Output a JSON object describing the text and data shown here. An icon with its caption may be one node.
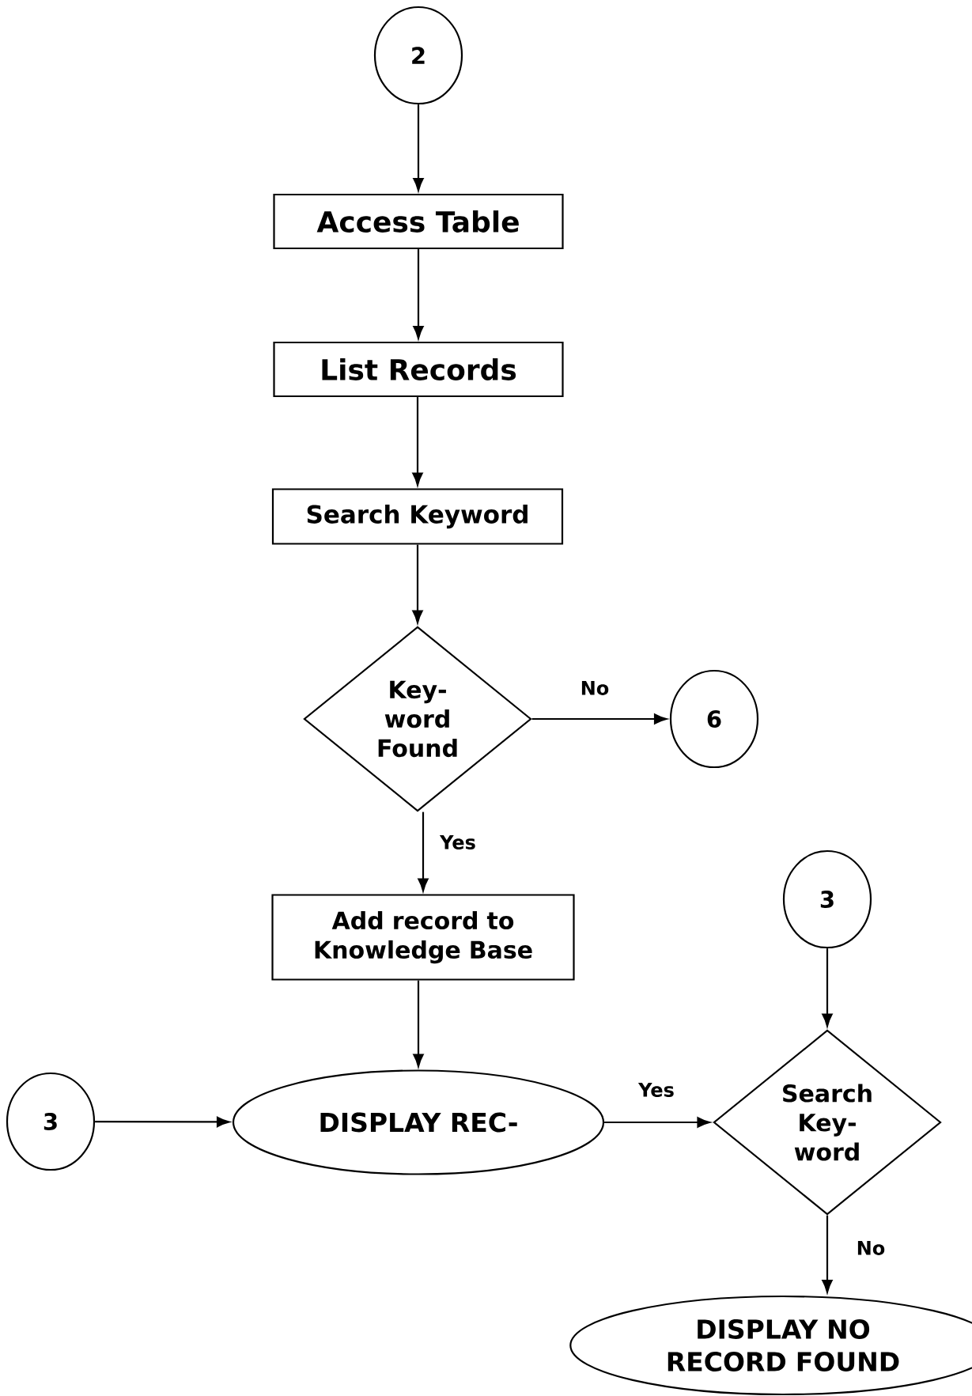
{
  "diagram": {
    "nodes": [
      {
        "text": [
          "2"
        ]
      },
      {
        "text": [
          "Access Table"
        ]
      },
      {
        "text": [
          "List Records"
        ]
      },
      {
        "text": [
          "Search Keyword"
        ]
      },
      {
        "text": [
          "Key- word Found"
        ]
      },
      {
        "text": [
          "6"
        ]
      },
      {
        "text": [
          "Add record to Knowledge Base"
        ]
      },
      {
        "text": [
          "3"
        ]
      },
      {
        "text": [
          "3"
        ]
      },
      {
        "text": [
          "DISPLAY REC-"
        ]
      },
      {
        "text": [
          "Search Key- word"
        ]
      },
      {
        "text": [
          "DISPLAY NO RECORD FOUND"
        ]
      }
    ],
    "edges": [
      {
        "from": 0,
        "to": 1,
        "arrow": "to"
      },
      {
        "from": 1,
        "to": 2,
        "arrow": "to"
      },
      {
        "from": 2,
        "to": 3,
        "arrow": "to"
      },
      {
        "from": 3,
        "to": 4,
        "arrow": "to"
      },
      {
        "from": 4,
        "to": 5,
        "arrow": "to",
        "label": "No"
      },
      {
        "from": 4,
        "to": 6,
        "arrow": "to",
        "label": "Yes"
      },
      {
        "from": 6,
        "to": 9,
        "arrow": "to"
      },
      {
        "from": 8,
        "to": 9,
        "arrow": "to"
      },
      {
        "from": 9,
        "to": 10,
        "arrow": "to",
        "label": "Yes"
      },
      {
        "from": 7,
        "to": 10,
        "arrow": "to"
      },
      {
        "from": 10,
        "to": 11,
        "arrow": "to",
        "label": "No"
      }
    ]
  }
}
